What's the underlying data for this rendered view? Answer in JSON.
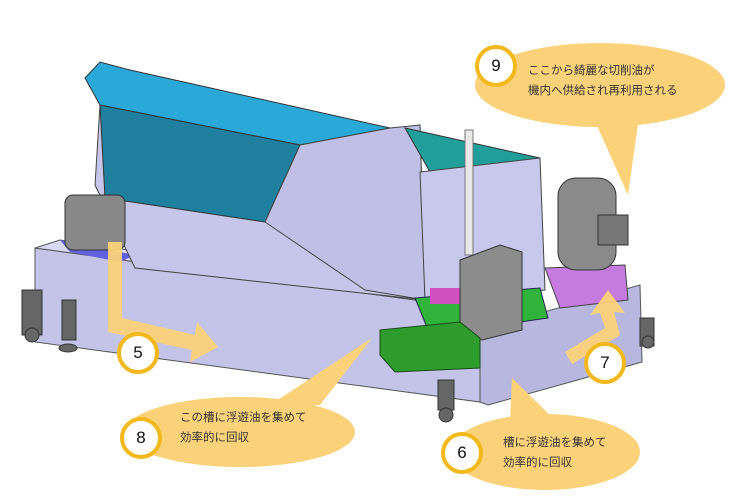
{
  "callouts": [
    {
      "number": "9",
      "lines": [
        "ここから綺麗な切削油が",
        "機内へ供給され再利用される"
      ]
    },
    {
      "number": "8",
      "lines": [
        "この槽に浮遊油を集めて",
        "効率的に回収"
      ]
    },
    {
      "number": "6",
      "lines": [
        "槽に浮遊油を集めて",
        "効率的に回収"
      ]
    }
  ],
  "markers": [
    {
      "number": "5"
    },
    {
      "number": "7"
    }
  ],
  "colors": {
    "bubble": "#fbd27a",
    "ring": "#f2b81c",
    "arrow": "#fbd27a",
    "body": "#c9c9ec",
    "hood_top": "#2aa9d8",
    "teal": "#1f9e9a",
    "green": "#2fb33a",
    "purple": "#c57be0",
    "motor": "#8a8a8a"
  }
}
